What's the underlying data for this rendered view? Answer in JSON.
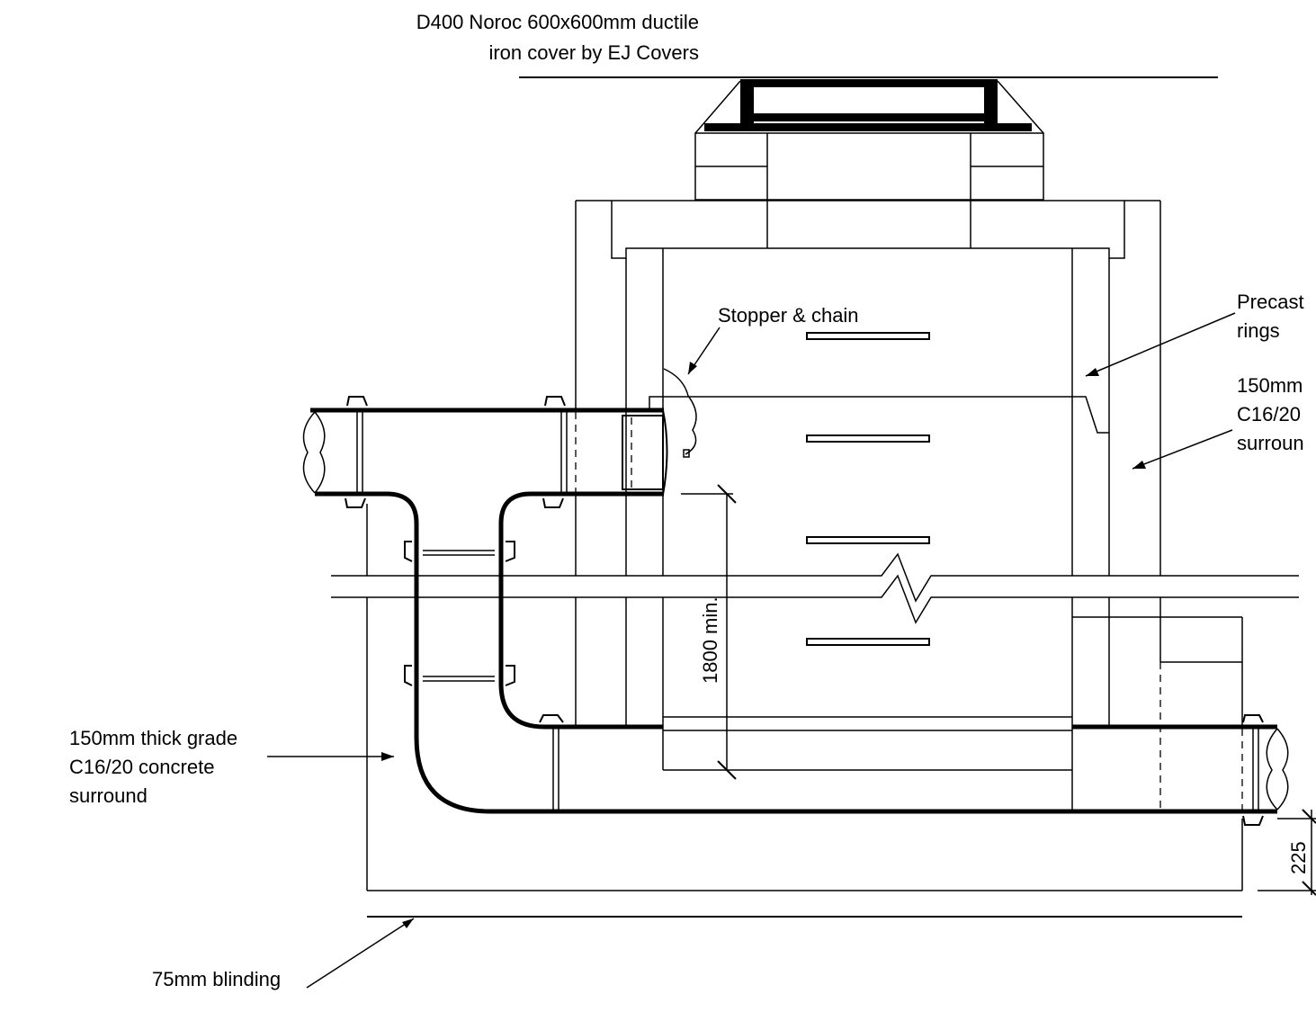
{
  "labels": {
    "cover_line1": "D400 Noroc 600x600mm ductile",
    "cover_line2": "iron cover by EJ Covers",
    "stopper": "Stopper & chain",
    "precast_line1": "Precast",
    "precast_line2": "rings",
    "surround_right_line1": "150mm",
    "surround_right_line2": "C16/20",
    "surround_right_line3": "surroun",
    "surround_left_line1": "150mm thick grade",
    "surround_left_line2": "C16/20 concrete",
    "surround_left_line3": "surround",
    "blinding": "75mm blinding",
    "dim_depth": "1800 min.",
    "dim_base": "225"
  },
  "colors": {
    "line": "#000000",
    "background": "#ffffff"
  }
}
